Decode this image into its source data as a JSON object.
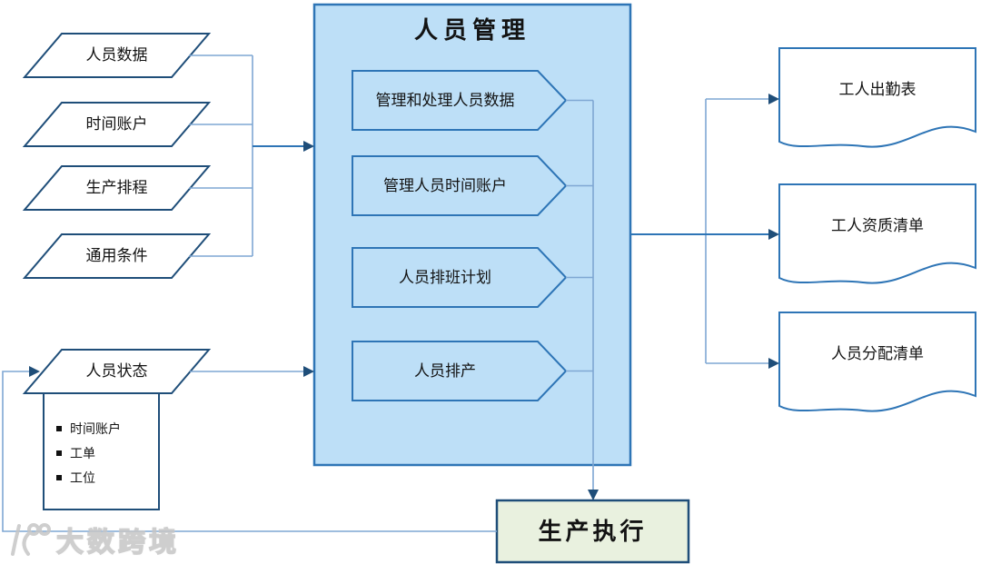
{
  "diagram": {
    "title": "人员管理",
    "inputs": [
      "人员数据",
      "时间账户",
      "生产排程",
      "通用条件"
    ],
    "status_input": "人员状态",
    "status_details": [
      "时间账户",
      "工单",
      "工位"
    ],
    "processes": [
      "管理和处理人员数据",
      "管理人员时间账户",
      "人员排班计划",
      "人员排产"
    ],
    "outputs": [
      "工人出勤表",
      "工人资质清单",
      "人员分配清单"
    ],
    "execution": "生产执行",
    "watermark": "大数跨境",
    "colors": {
      "accent": "#2E75B6",
      "dark": "#1F4E79",
      "panel_fill": "#BDDFF7",
      "green_fill": "#E9F1DF",
      "connector": "#7FA7D3"
    }
  }
}
